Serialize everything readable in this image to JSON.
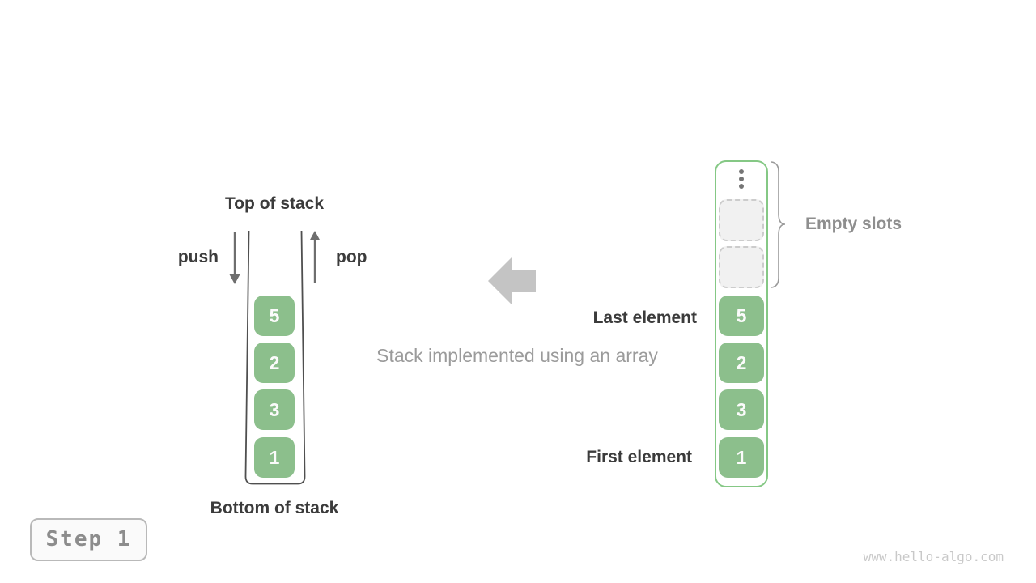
{
  "left_stack": {
    "top_label": "Top of stack",
    "bottom_label": "Bottom of stack",
    "push_label": "push",
    "pop_label": "pop",
    "items": [
      "5",
      "2",
      "3",
      "1"
    ]
  },
  "center": {
    "caption": "Stack implemented using an array"
  },
  "right_array": {
    "empty_label": "Empty slots",
    "last_label": "Last element",
    "first_label": "First element",
    "empty_slot_count": 2,
    "items": [
      "5",
      "2",
      "3",
      "1"
    ]
  },
  "footer": {
    "step_label": "Step 1",
    "watermark": "www.hello-algo.com"
  },
  "colors": {
    "box_green": "#8cbf8c",
    "container_green_border": "#85c885",
    "arrow_gray": "#6e6e6e",
    "big_arrow_gray": "#c4c4c4",
    "label_dark": "#3b3b3b",
    "label_gray": "#9b9b9b",
    "empty_slot_fill": "#f1f1f1",
    "empty_slot_border": "#cccccc",
    "step_text": "#8c8c8c",
    "watermark_gray": "#c9c9c9"
  }
}
